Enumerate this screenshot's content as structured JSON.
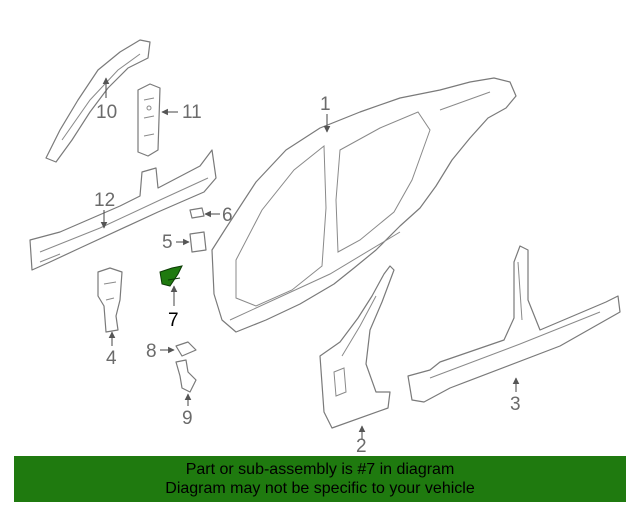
{
  "diagram": {
    "callouts": {
      "c1": "1",
      "c2": "2",
      "c3": "3",
      "c4": "4",
      "c5": "5",
      "c6": "6",
      "c7": "7",
      "c8": "8",
      "c9": "9",
      "c10": "10",
      "c11": "11",
      "c12": "12"
    },
    "highlighted_part": "7",
    "colors": {
      "highlight_part": "#1f7a0f",
      "line": "#7a7a7a",
      "banner": "#1f7a0f"
    }
  },
  "banner": {
    "line1": "Part or sub-assembly is #7 in diagram",
    "line2": "Diagram may not be specific to your vehicle"
  }
}
